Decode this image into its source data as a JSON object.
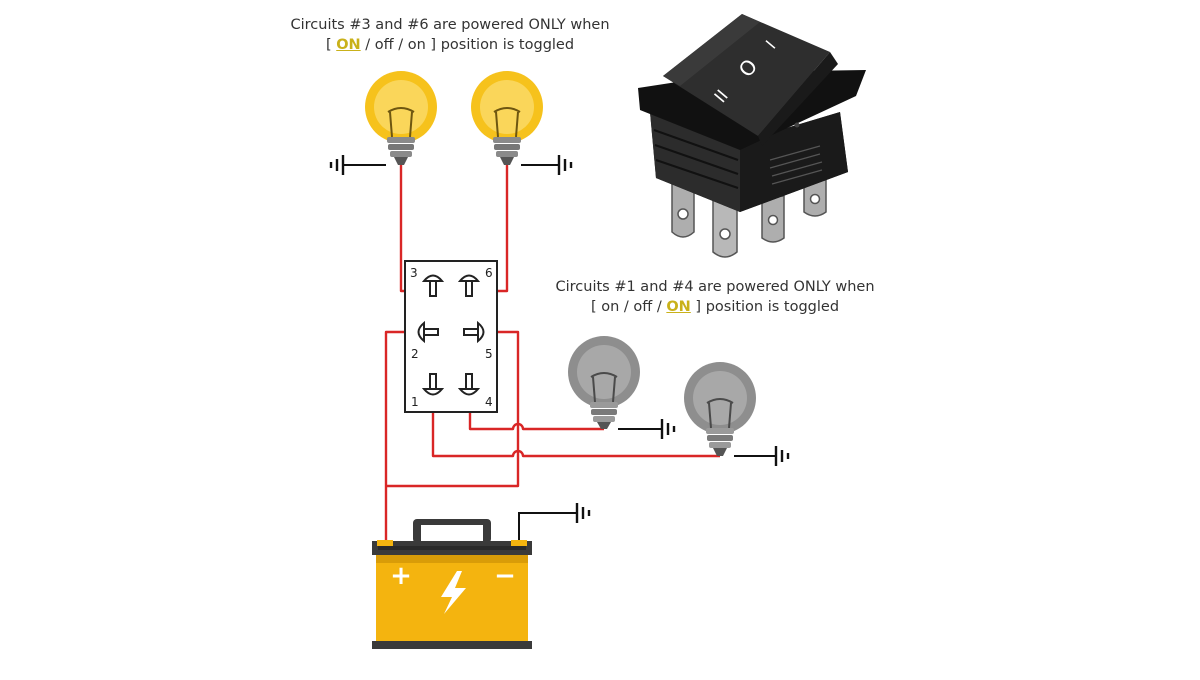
{
  "caption_top": {
    "line1": "Circuits #3 and #6 are powered ONLY when",
    "line2_pre": "[ ",
    "line2_hl": "ON",
    "line2_post": " / off / on ]  position is toggled"
  },
  "caption_right": {
    "line1": "Circuits #1 and #4 are powered ONLY when",
    "line2_pre": "[ on / off / ",
    "line2_hl": "ON",
    "line2_post": " ]  position is toggled"
  },
  "switch_terminals": {
    "t1": "1",
    "t2": "2",
    "t3": "3",
    "t4": "4",
    "t5": "5",
    "t6": "6"
  },
  "rocker_symbols": {
    "top": "I",
    "middle": "O",
    "bottom": "II"
  },
  "battery": {
    "plus": "+",
    "minus": "−"
  },
  "colors": {
    "wire": "#d92626",
    "ground": "#111111",
    "bulb_on": "#f6c21c",
    "bulb_off": "#8e8e8e",
    "battery": "#f4b40f",
    "highlight": "#c9b11a"
  }
}
